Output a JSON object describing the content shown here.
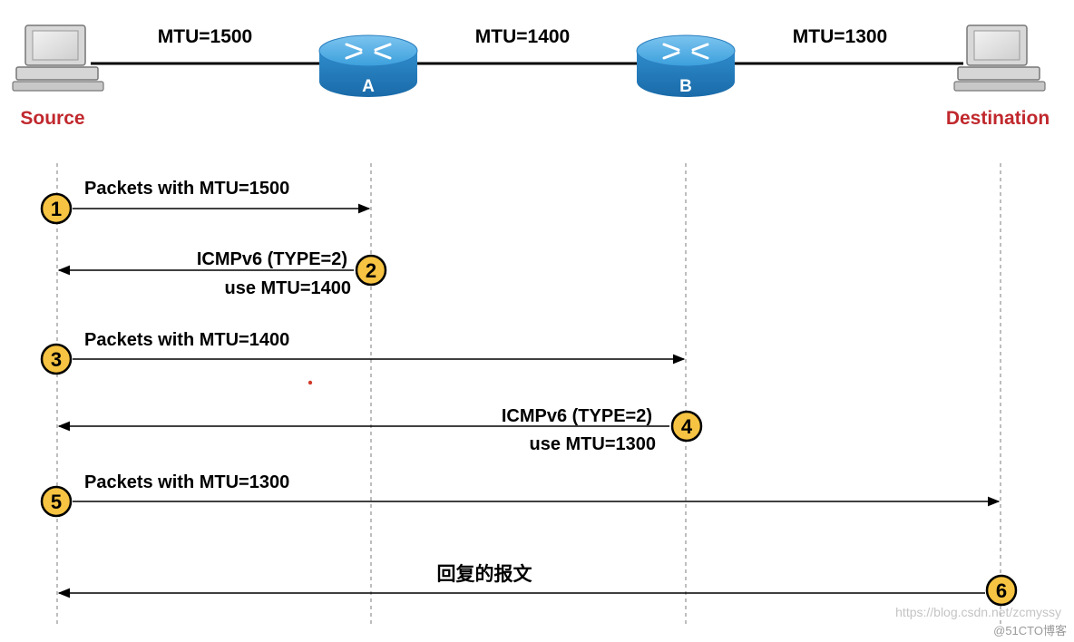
{
  "topology": {
    "links": [
      {
        "label": "MTU=1500"
      },
      {
        "label": "MTU=1400"
      },
      {
        "label": "MTU=1300"
      }
    ],
    "nodes": {
      "source": "Source",
      "router_a": "A",
      "router_b": "B",
      "destination": "Destination"
    }
  },
  "steps": [
    {
      "number": "1",
      "lines": [
        "Packets with MTU=1500"
      ]
    },
    {
      "number": "2",
      "lines": [
        "ICMPv6 (TYPE=2)",
        "use MTU=1400"
      ]
    },
    {
      "number": "3",
      "lines": [
        "Packets with MTU=1400"
      ]
    },
    {
      "number": "4",
      "lines": [
        "ICMPv6 (TYPE=2)",
        "use MTU=1300"
      ]
    },
    {
      "number": "5",
      "lines": [
        "Packets with MTU=1300"
      ]
    },
    {
      "number": "6",
      "lines": [
        "回复的报文"
      ]
    }
  ],
  "watermark": {
    "url": "https://blog.csdn.net/zcmyssy",
    "brand": "@51CTO博客"
  },
  "colors": {
    "node_label": "#c0282d",
    "router": "#2b8fd0",
    "step_badge": "#f6c342",
    "line": "#000000"
  }
}
